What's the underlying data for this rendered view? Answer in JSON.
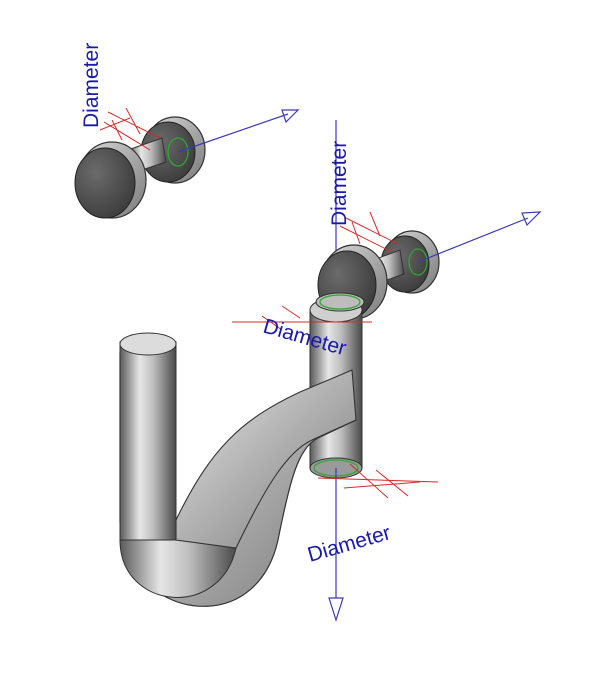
{
  "labels": {
    "top_connector": "Diameter",
    "mid_connector": "Diameter",
    "trap_inlet": "Diameter",
    "trap_outlet": "Diameter"
  },
  "colors": {
    "dimension_text": "#1a1aa8",
    "flow_arrow": "#3a3ab8",
    "dimension_lines": "#d42a2a",
    "connector_ref": "#2fa82f",
    "pipe_light": "#e2e2e2",
    "pipe_dark": "#4a4a4a"
  },
  "icons": {
    "flow_arrow": "flow-direction-arrow-icon",
    "connector": "pipe-connector-icon"
  }
}
